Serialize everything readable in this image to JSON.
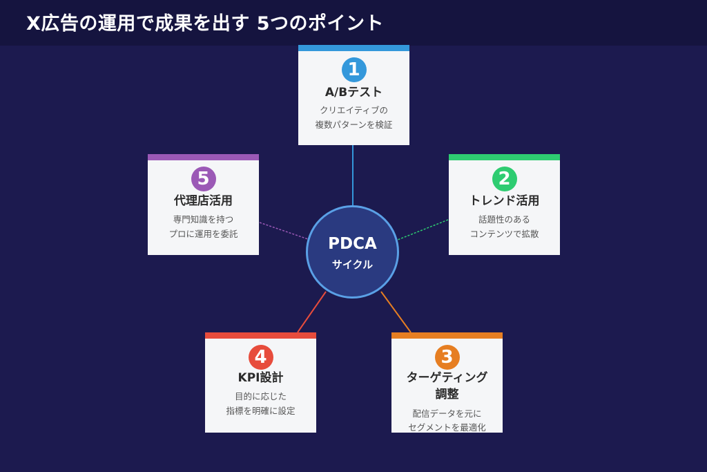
{
  "title": "X広告の運用で成果を出す 5つのポイント",
  "center": {
    "line1": "PDCA",
    "line2": "サイクル"
  },
  "points": [
    {
      "num": "1",
      "title": "A/Bテスト",
      "desc1": "クリエイティブの",
      "desc2": "複数パターンを検証",
      "color": "#3498db"
    },
    {
      "num": "2",
      "title": "トレンド活用",
      "desc1": "話題性のある",
      "desc2": "コンテンツで拡散",
      "color": "#2ecc71"
    },
    {
      "num": "3",
      "title": "ターゲティング",
      "title2": "調整",
      "desc1": "配信データを元に",
      "desc2": "セグメントを最適化",
      "color": "#e67e22"
    },
    {
      "num": "4",
      "title": "KPI設計",
      "desc1": "目的に応じた",
      "desc2": "指標を明確に設定",
      "color": "#e74c3c"
    },
    {
      "num": "5",
      "title": "代理店活用",
      "desc1": "専門知識を持つ",
      "desc2": "プロに運用を委託",
      "color": "#9b59b6"
    }
  ]
}
